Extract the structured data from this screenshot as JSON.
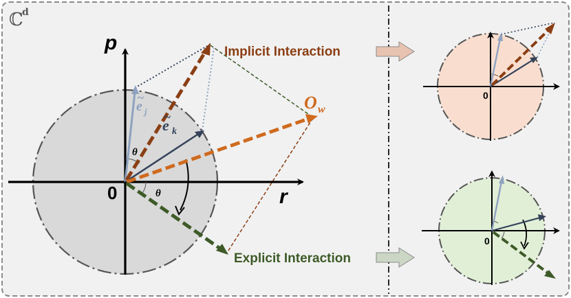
{
  "space_label": {
    "base": "ℂ",
    "superscript": "d"
  },
  "main_diagram": {
    "axis_p": "p",
    "axis_r": "r",
    "origin": "0",
    "vector_ej": {
      "base": "e",
      "tilde": "~",
      "subscript": "j"
    },
    "vector_ek": {
      "base": "e",
      "tilde": "~",
      "subscript": "k"
    },
    "vector_ow": {
      "base": "O",
      "subscript": "w"
    },
    "angle_upper": "θ",
    "angle_lower": "θ"
  },
  "labels": {
    "implicit": "Implicit Interaction",
    "explicit": "Explicit Interaction"
  },
  "mini_upper": {
    "origin": "0"
  },
  "mini_lower": {
    "origin": "0"
  },
  "colors": {
    "panel_bg": "#f1f1f1",
    "panel_border": "#8a8a8a",
    "circle_fill": "#d9d9d9",
    "implicit": "#8b3e14",
    "explicit": "#3d5a27",
    "ow": "#cf6a1e",
    "ej": "#8ea2bf",
    "ek": "#34425a",
    "upper_fill": "#f9decf",
    "lower_fill": "#e1efd7",
    "arrow_upper": "#e8c3b1",
    "arrow_lower": "#cbd6c4"
  },
  "icons": [
    "circle-dash-dot",
    "axis-arrow",
    "block-arrow-right",
    "angle-arc"
  ]
}
